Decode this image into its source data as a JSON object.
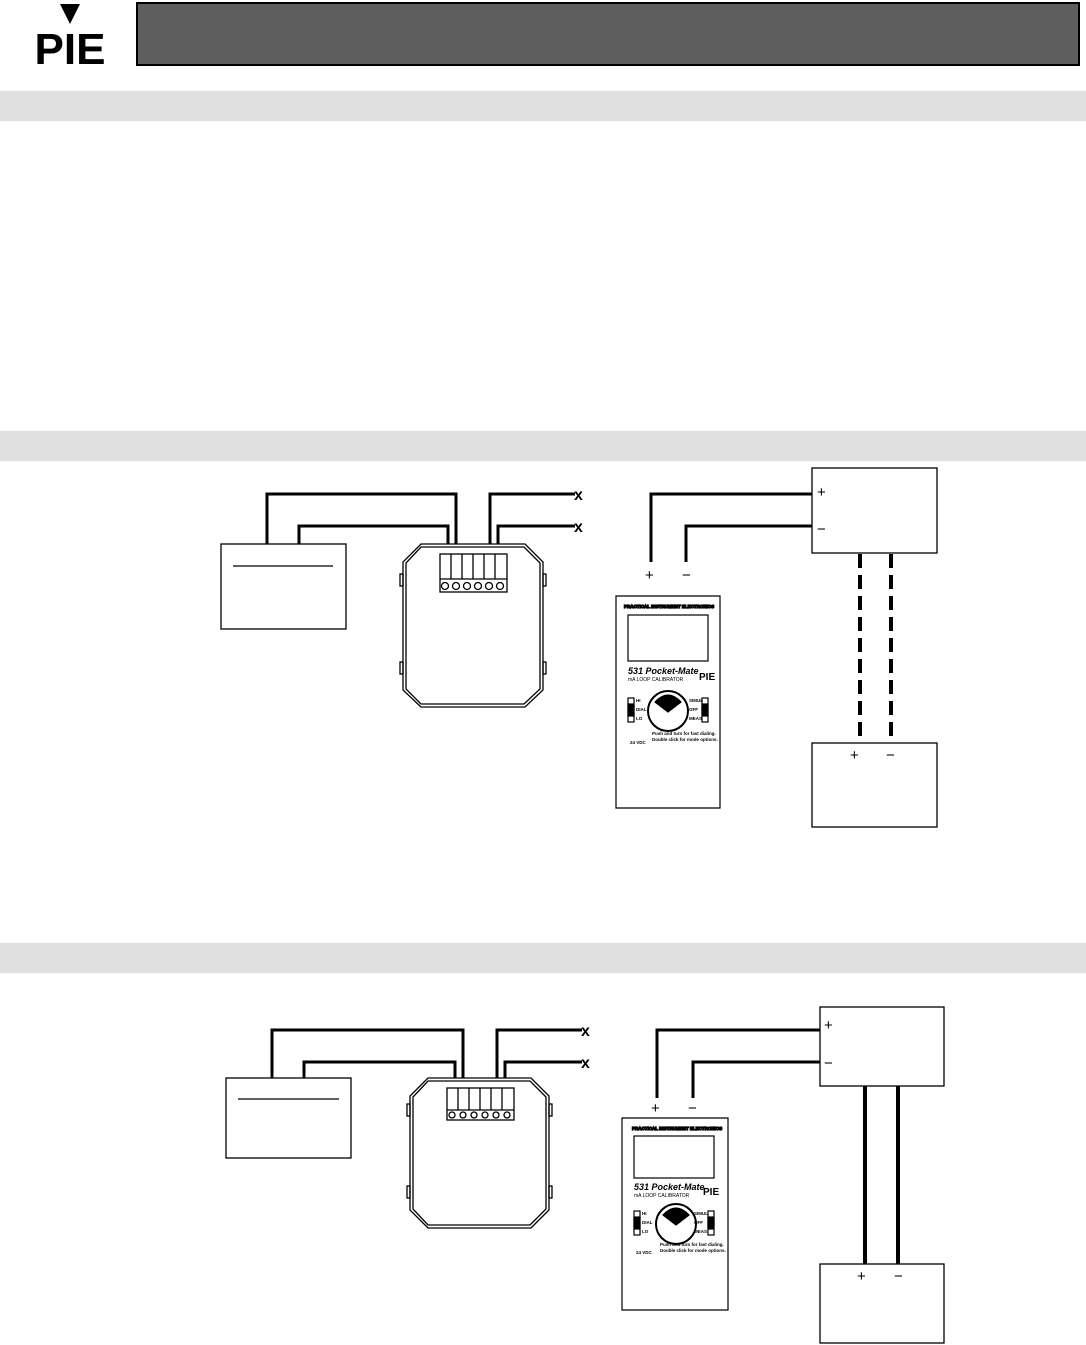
{
  "logo": {
    "text": "PIE"
  },
  "colors": {
    "header_bar": "#5e5e5e",
    "section_band": "#e0e0e0",
    "wire": "#000000"
  },
  "diagrams": [
    {
      "x_left": "x",
      "x_right": "x",
      "device_plus": "+",
      "device_minus": "−",
      "calibrator_plus": "+",
      "calibrator_minus": "−",
      "supply_plus": "+",
      "supply_minus": "−",
      "link_style": "dashed"
    },
    {
      "x_left": "x",
      "x_right": "x",
      "device_plus": "+",
      "device_minus": "−",
      "calibrator_plus": "+",
      "calibrator_minus": "−",
      "supply_plus": "+",
      "supply_minus": "−",
      "link_style": "solid"
    }
  ],
  "calibrator": {
    "maker": "PRACTICAL INSTRUMENT ELECTRONICS",
    "model": "531 Pocket-Mate",
    "subtitle": "mA LOOP CALIBRATOR",
    "brand": "PIE",
    "left_switch": [
      "HI",
      "DIAL",
      "LO"
    ],
    "right_switch": [
      "SIMUL",
      "OFF",
      "MEAS"
    ],
    "note_line1": "Push and turn for fast dialing.",
    "note_line2": "Double click for mode options.",
    "battery": "24 VDC"
  }
}
